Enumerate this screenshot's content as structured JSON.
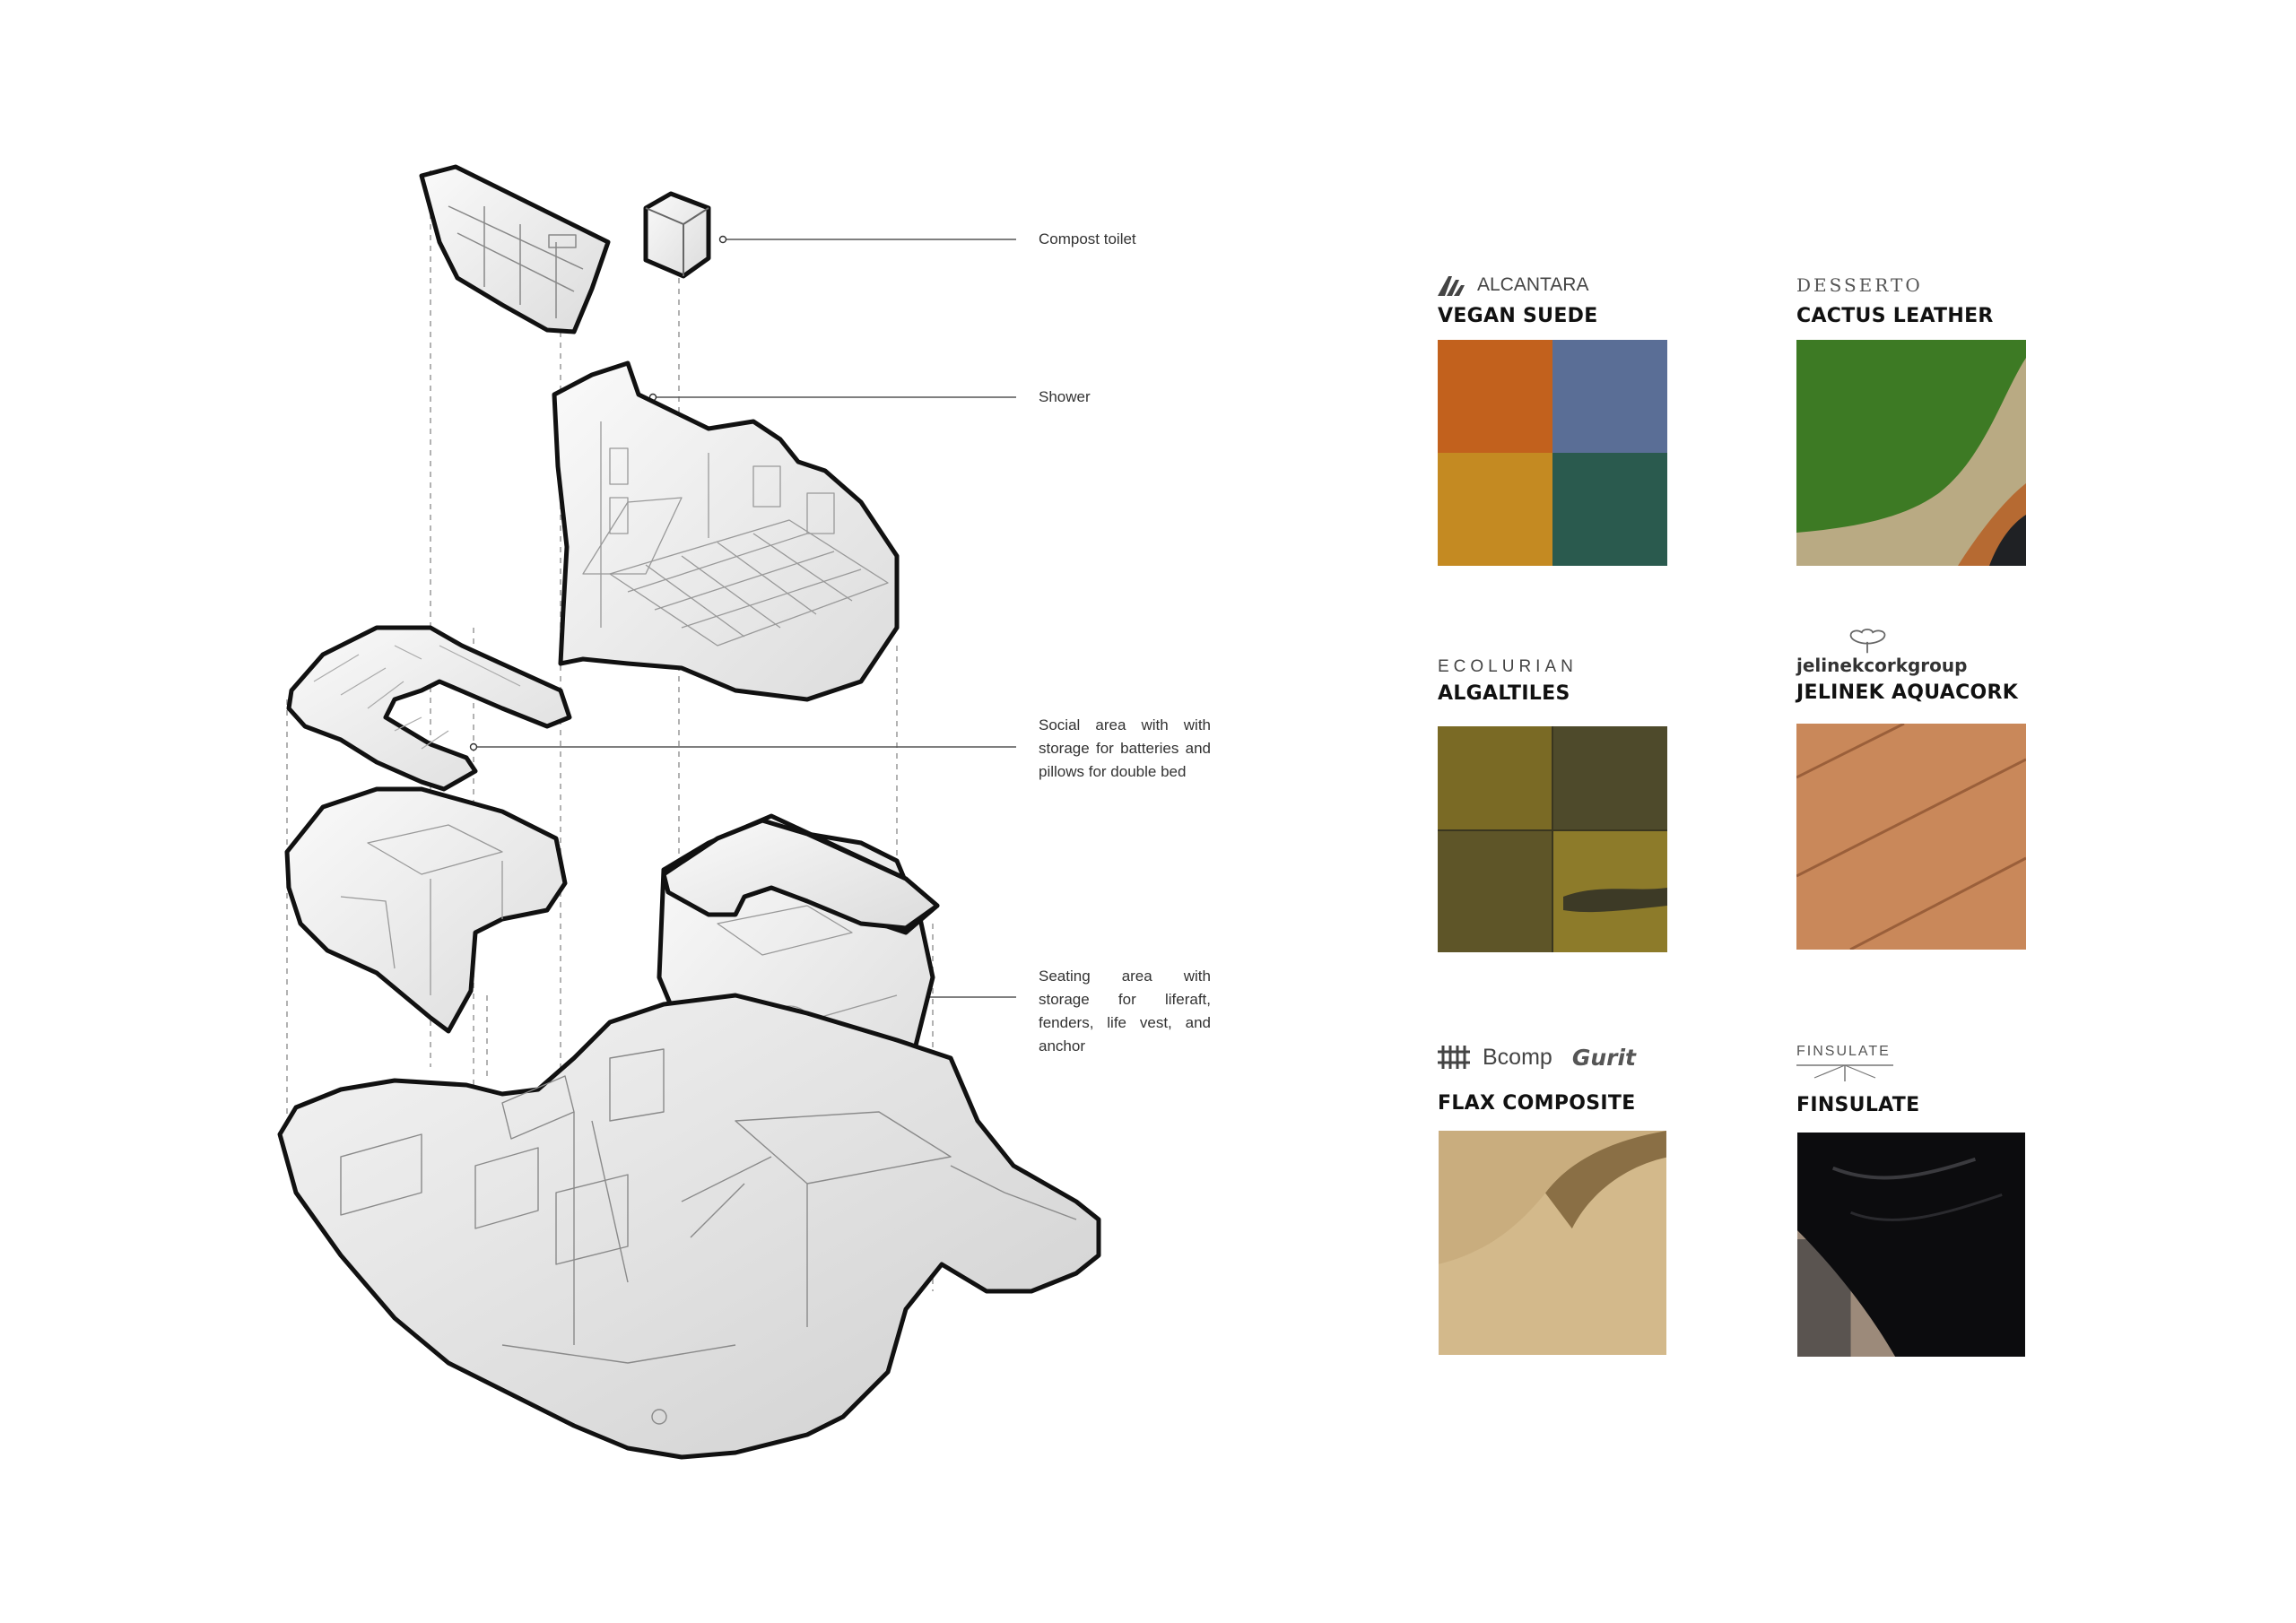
{
  "callouts": [
    {
      "id": "compost",
      "text": "Compost toilet"
    },
    {
      "id": "shower",
      "text": "Shower"
    },
    {
      "id": "social",
      "text": "Social area with with storage for batteries and pillows for double bed"
    },
    {
      "id": "seating",
      "text": "Seating area with storage for liferaft, fenders, life vest, and anchor"
    }
  ],
  "materials": [
    {
      "brand": "ALCANTARA",
      "name": "VEGAN SUEDE",
      "swatch_colors": [
        "#c2611d",
        "#5a6e96",
        "#c48a22",
        "#2a5a4e"
      ]
    },
    {
      "brand": "DESSERTO",
      "name": "CACTUS LEATHER",
      "swatch_colors": [
        "#3d7a24",
        "#b9aa83",
        "#1f2124",
        "#b66a32"
      ]
    },
    {
      "brand": "ECOLURIAN",
      "name": "ALGALTILES",
      "swatch_colors": [
        "#7a6a25",
        "#4e4a2b",
        "#5e5528",
        "#8d7b2a"
      ]
    },
    {
      "brand": "jelinekcorkgroup",
      "name": "JELINEK AQUACORK",
      "swatch_colors": [
        "#c9885a",
        "#9a5f3a"
      ]
    },
    {
      "brands": [
        "Bcomp",
        "Gurit"
      ],
      "name": "FLAX COMPOSITE",
      "swatch_colors": [
        "#c9ad7e",
        "#8a6f45"
      ]
    },
    {
      "brand": "FINSULATE",
      "name": "FINSULATE",
      "swatch_colors": [
        "#0c0c0e",
        "#3a3a3e",
        "#9c8a7a"
      ]
    }
  ]
}
